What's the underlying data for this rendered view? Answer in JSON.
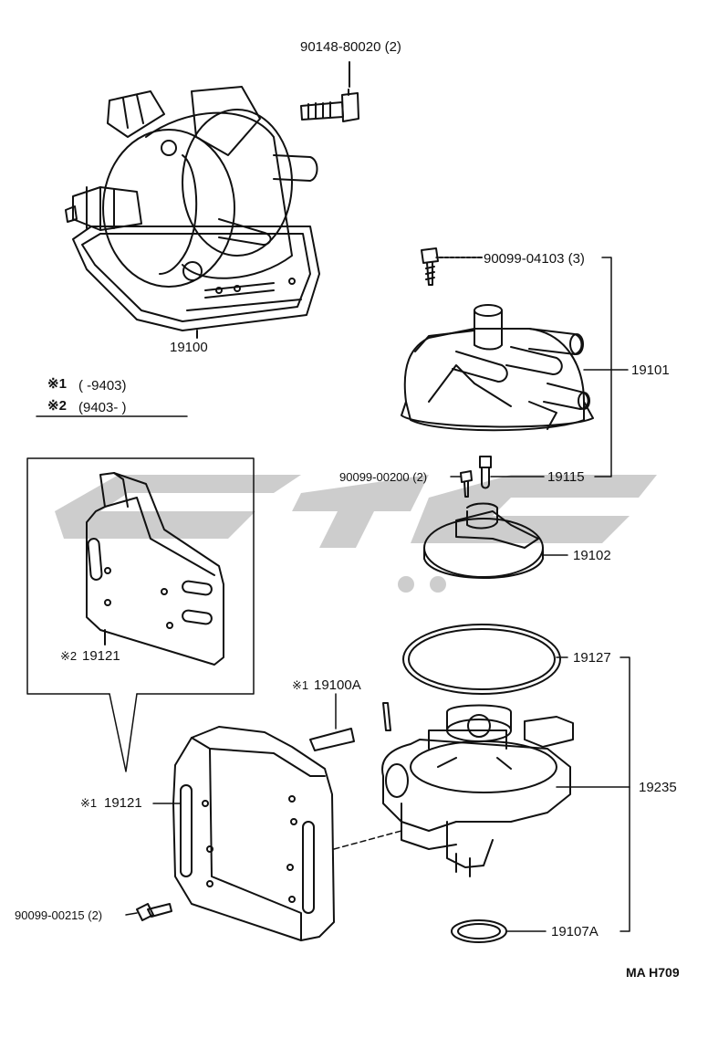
{
  "labels": {
    "bolt_top": "90148-80020 (2)",
    "distributor": "19100",
    "screw_cap": "90099-04103 (3)",
    "cap": "19101",
    "screw_small": "90099-00200 (2)",
    "carbon": "19115",
    "rotor": "19102",
    "gasket": "19127",
    "housing": "19235",
    "oring": "19107A",
    "plate_inset_mark": "※2",
    "plate_inset": "19121",
    "plate_mark": "※1",
    "plate": "19121",
    "label_mark": "※1",
    "label": "19100A",
    "screw_bottom": "90099-00215 (2)",
    "code": "MA H709"
  },
  "notes": [
    {
      "mark": "※1",
      "range": "(      -9403)"
    },
    {
      "mark": "※2",
      "range": "(9403-        )"
    }
  ],
  "colors": {
    "line": "#111111",
    "watermark": "#c8c8c8"
  }
}
